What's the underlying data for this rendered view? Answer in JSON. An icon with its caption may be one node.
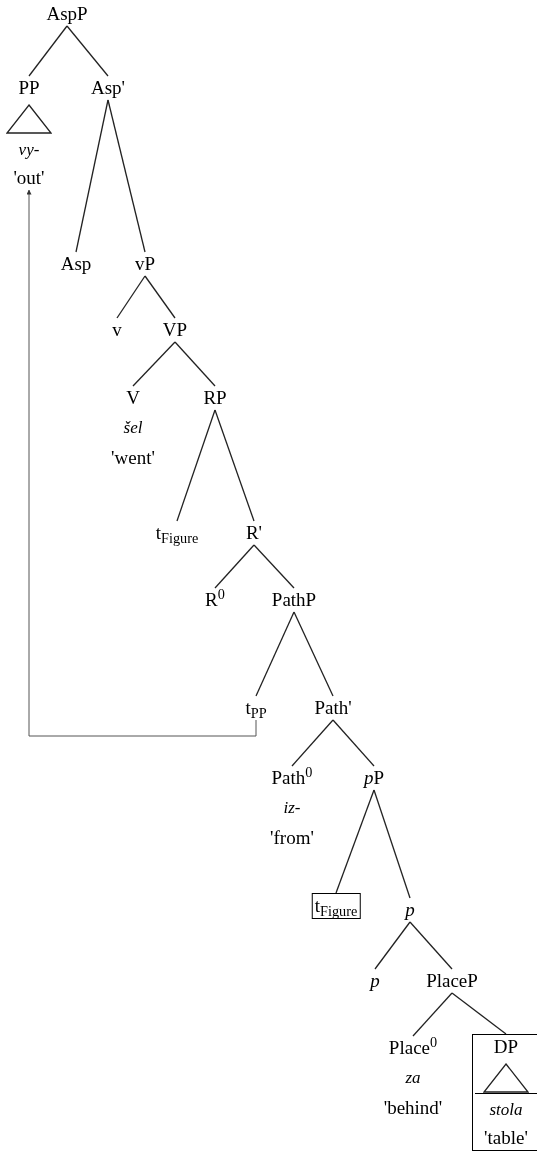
{
  "diagram": {
    "nodes": [
      {
        "text": [
          "AspP"
        ]
      },
      {
        "text": [
          "PP",
          "*vy*-",
          "'out'"
        ]
      },
      {
        "text": [
          "Asp'"
        ]
      },
      {
        "text": [
          "Asp"
        ]
      },
      {
        "text": [
          "vP"
        ]
      },
      {
        "text": [
          "v"
        ]
      },
      {
        "text": [
          "VP"
        ]
      },
      {
        "text": [
          "V",
          "šel",
          "'went'"
        ]
      },
      {
        "text": [
          "RP"
        ]
      },
      {
        "text": [
          "t$_{Figure}$"
        ]
      },
      {
        "text": [
          "R'"
        ]
      },
      {
        "text": [
          "R$^{0}$"
        ]
      },
      {
        "text": [
          "PathP"
        ]
      },
      {
        "text": [
          "t$_{PP}$"
        ]
      },
      {
        "text": [
          "Path'"
        ]
      },
      {
        "text": [
          "Path$^{0}$",
          "iz-",
          "'from'"
        ]
      },
      {
        "text": [
          "pP"
        ]
      },
      {
        "text": [
          "t$_{Figure}$"
        ]
      },
      {
        "text": [
          "*p*"
        ]
      },
      {
        "text": [
          "*p*"
        ]
      },
      {
        "text": [
          "PlaceP"
        ]
      },
      {
        "text": [
          "Place$^{0}$",
          "za",
          "'behind'"
        ]
      },
      {
        "text": [
          "DP",
          "stola",
          "'table'"
        ]
      }
    ],
    "edges": [
      {
        "from": 0,
        "to": 1,
        "arrow": "none"
      },
      {
        "from": 0,
        "to": 2,
        "arrow": "none"
      },
      {
        "from": 2,
        "to": 3,
        "arrow": "none"
      },
      {
        "from": 2,
        "to": 4,
        "arrow": "none"
      },
      {
        "from": 4,
        "to": 5,
        "arrow": "none"
      },
      {
        "from": 4,
        "to": 6,
        "arrow": "none"
      },
      {
        "from": 6,
        "to": 7,
        "arrow": "none"
      },
      {
        "from": 6,
        "to": 8,
        "arrow": "none"
      },
      {
        "from": 8,
        "to": 9,
        "arrow": "none"
      },
      {
        "from": 8,
        "to": 10,
        "arrow": "none"
      },
      {
        "from": 10,
        "to": 11,
        "arrow": "none"
      },
      {
        "from": 10,
        "to": 12,
        "arrow": "none"
      },
      {
        "from": 12,
        "to": 13,
        "arrow": "none"
      },
      {
        "from": 12,
        "to": 14,
        "arrow": "none"
      },
      {
        "from": 14,
        "to": 15,
        "arrow": "none"
      },
      {
        "from": 14,
        "to": 16,
        "arrow": "none"
      },
      {
        "from": 16,
        "to": 17,
        "arrow": "none"
      },
      {
        "from": 16,
        "to": 18,
        "arrow": "none"
      },
      {
        "from": 18,
        "to": 19,
        "arrow": "none"
      },
      {
        "from": 18,
        "to": 20,
        "arrow": "none"
      },
      {
        "from": 20,
        "to": 21,
        "arrow": "none"
      },
      {
        "from": 20,
        "to": 22,
        "arrow": "none"
      },
      {
        "from": 13,
        "to": 1,
        "arrow": "to"
      }
    ]
  }
}
